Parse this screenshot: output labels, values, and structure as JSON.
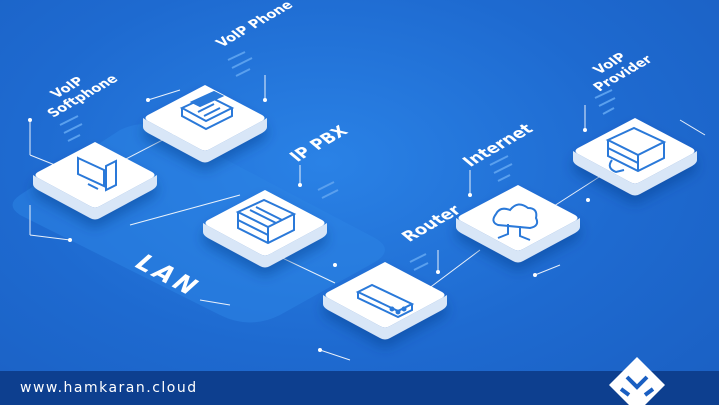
{
  "labels": {
    "softphone_line1": "VoIP",
    "softphone_line2": "Softphone",
    "voip_phone": "VoIP Phone",
    "ip_pbx": "IP PBX",
    "router": "Router",
    "internet": "Internet",
    "provider_line1": "VoIP",
    "provider_line2": "Provider",
    "lan": "LAN"
  },
  "footer": {
    "url": "www.hamkaran.cloud"
  },
  "icons": [
    "computer-icon",
    "desk-phone-icon",
    "server-rack-icon",
    "router-icon",
    "cloud-icon",
    "server-headset-icon",
    "hamkaran-logo"
  ],
  "colors": {
    "background": "#1e6ad0",
    "tile": "#ffffff",
    "icon": "#2a79d9",
    "footer": "#0d3f8f"
  }
}
